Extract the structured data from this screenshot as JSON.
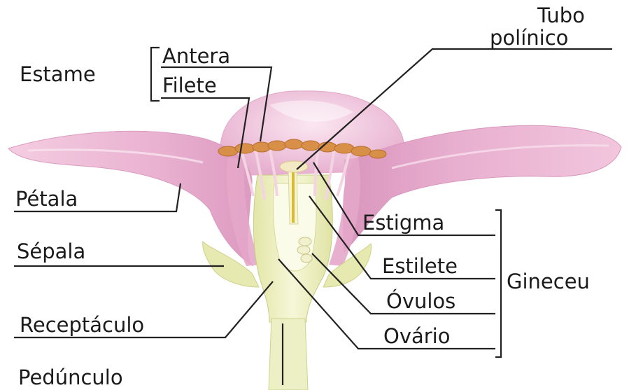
{
  "labels": {
    "estame": "Estame",
    "antera": "Antera",
    "filete": "Filete",
    "tubo_line1": "Tubo",
    "tubo_line2": "polínico",
    "petala": "Pétala",
    "sepala": "Sépala",
    "receptaculo": "Receptáculo",
    "pedunculo": "Pedúnculo",
    "estigma": "Estigma",
    "estilete": "Estilete",
    "ovulos": "Óvulos",
    "ovario": "Ovário",
    "gineceu": "Gineceu"
  },
  "colors": {
    "petal": "#ecb6d4",
    "petal_light": "#f6d9e8",
    "petal_dark": "#d993bd",
    "sepal": "#e9ecb6",
    "receptacle": "#eef0c2",
    "anther": "#d98f4a",
    "style": "#e3c94a",
    "line": "#222222"
  }
}
